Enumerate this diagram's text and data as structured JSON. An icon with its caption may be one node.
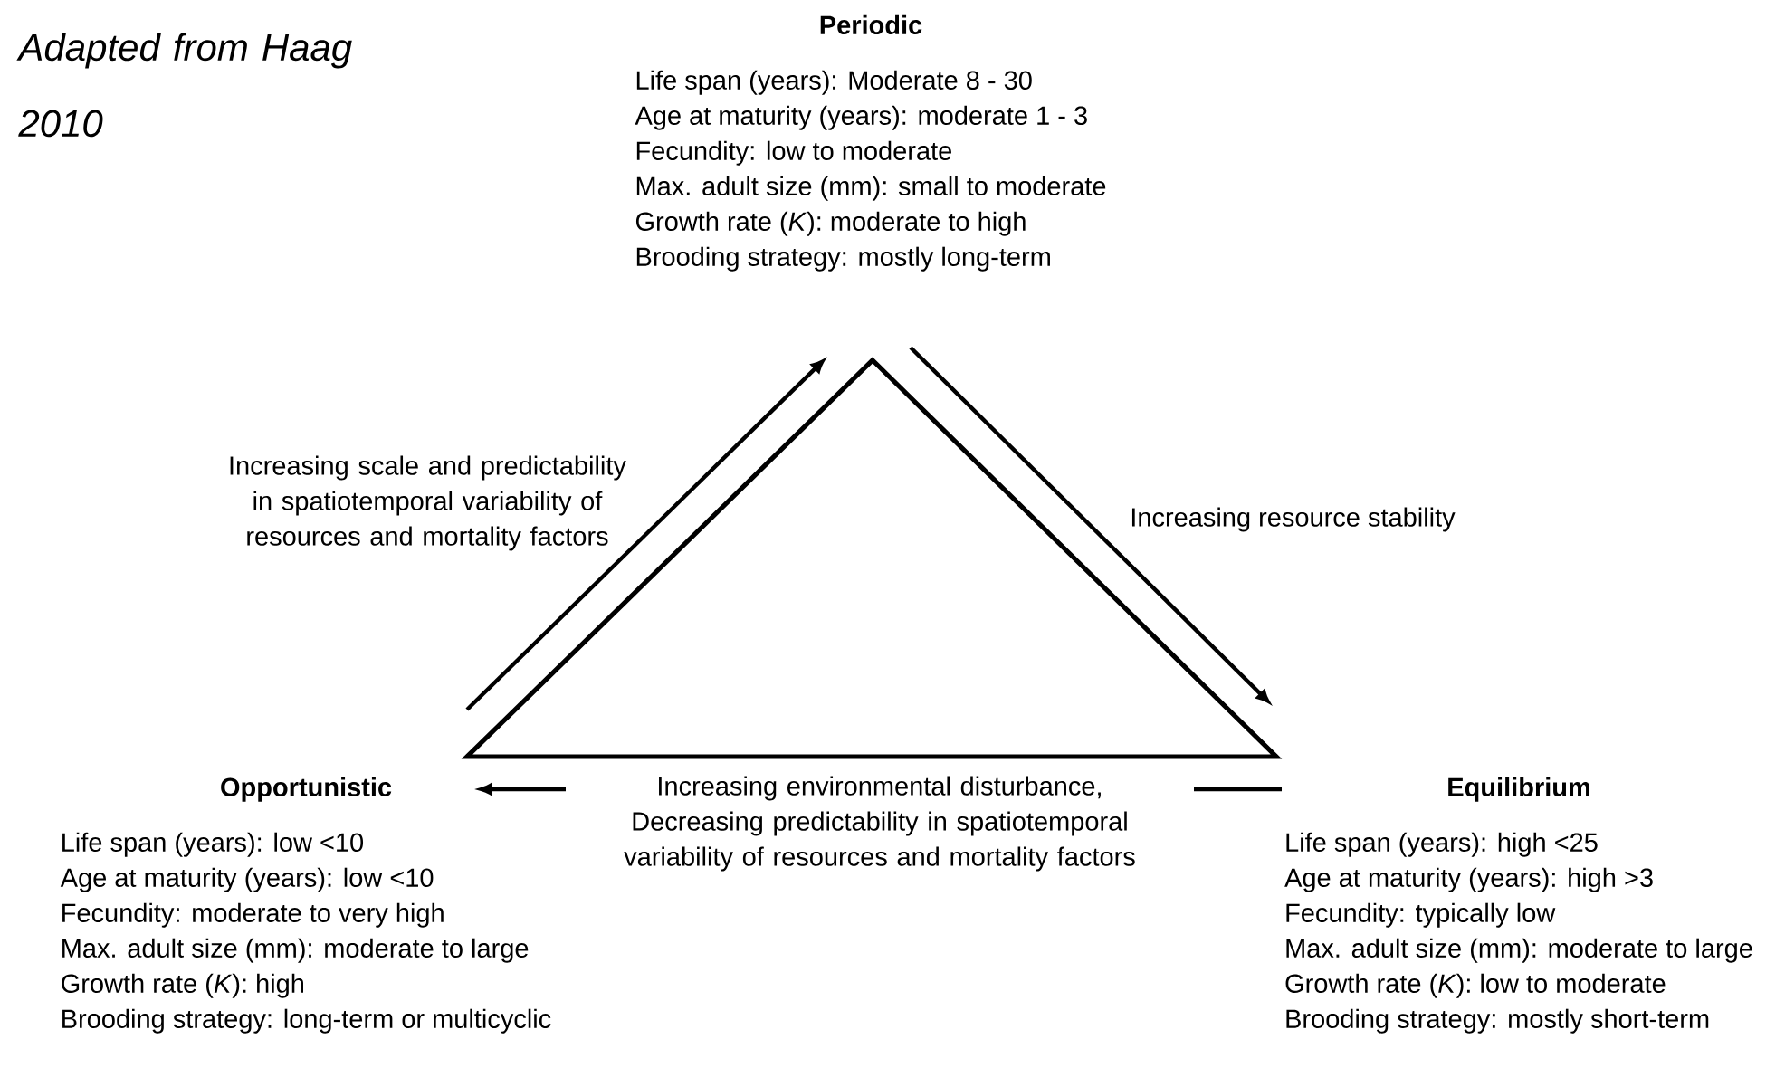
{
  "diagram": {
    "nodes": [
      {
        "text": [
          "Periodic",
          "Life span (years): Moderate 8 - 30",
          "Age at maturity (years): moderate 1 - 3",
          "Fecundity: low to moderate",
          "Max. adult size (mm): small to moderate",
          "Growth rate (*K*): moderate to high",
          "Brooding strategy: mostly long-term"
        ]
      },
      {
        "text": [
          "Opportunistic",
          "Life span (years): low <10",
          "Age at maturity (years): low <10",
          "Fecundity: moderate to very high",
          "Max. adult size (mm): moderate to large",
          "Growth rate (*K*): high",
          "Brooding strategy: long-term or multicyclic"
        ]
      },
      {
        "text": [
          "Equilibrium",
          "Life span (years): high <25",
          "Age at maturity (years): high >3",
          "Fecundity: typically low",
          "Max. adult size (mm): moderate to large",
          "Growth rate (*K*): low to moderate",
          "Brooding strategy: mostly short-term"
        ]
      }
    ],
    "edges": [
      {
        "from": 1,
        "to": 0,
        "arrow": "to",
        "label": "Increasing scale and predictability in spatiotemporal variability of resources and mortality factors"
      },
      {
        "from": 0,
        "to": 2,
        "arrow": "to",
        "label": "Increasing resource stability"
      },
      {
        "from": 2,
        "to": 1,
        "arrow": "to",
        "label": "Increasing environmental disturbance, Decreasing predictability in spatiotemporal variability of resources and mortality factors"
      }
    ],
    "labels": [
      "Adapted from Haag 2010"
    ]
  }
}
